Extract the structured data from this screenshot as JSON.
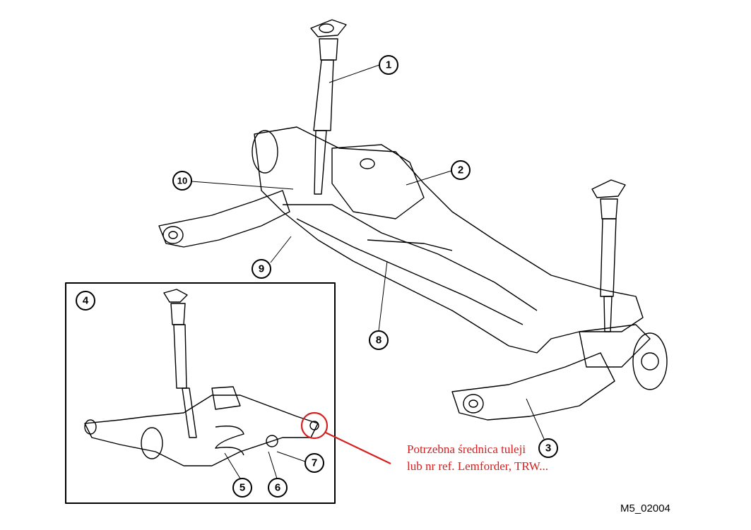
{
  "callouts": [
    "1",
    "2",
    "3",
    "4",
    "5",
    "6",
    "7",
    "8",
    "9",
    "10"
  ],
  "note": {
    "line1": "Potrzebna średnica tuleji",
    "line2": "lub nr ref. Lemforder, TRW..."
  },
  "figure_code": "M5_02004",
  "colors": {
    "highlight": "#d42020",
    "ink": "#000000"
  }
}
